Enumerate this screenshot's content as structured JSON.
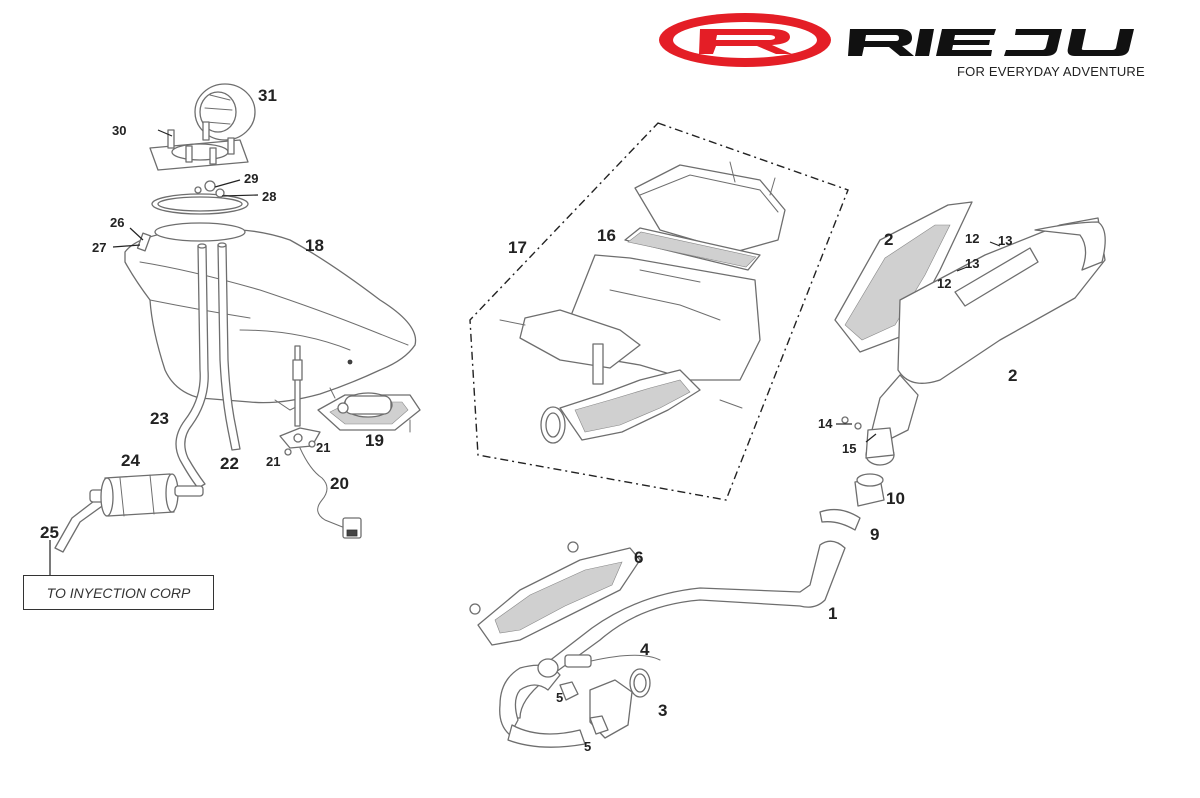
{
  "brand": {
    "name": "RIEJU",
    "tagline": "FOR EVERYDAY ADVENTURE",
    "colors": {
      "red": "#e41e26",
      "black": "#111111"
    }
  },
  "note": "TO INYECTION CORP",
  "callouts": {
    "c1": "1",
    "c2a": "2",
    "c2b": "2",
    "c3": "3",
    "c4": "4",
    "c5a": "5",
    "c5b": "5",
    "c6": "6",
    "c9": "9",
    "c10": "10",
    "c12a": "12",
    "c12b": "12",
    "c13a": "13",
    "c13b": "13",
    "c14": "14",
    "c15": "15",
    "c16": "16",
    "c17": "17",
    "c18": "18",
    "c19": "19",
    "c20": "20",
    "c21a": "21",
    "c21b": "21",
    "c22": "22",
    "c23": "23",
    "c24": "24",
    "c25": "25",
    "c26": "26",
    "c27": "27",
    "c28": "28",
    "c29": "29",
    "c30": "30",
    "c31": "31"
  }
}
